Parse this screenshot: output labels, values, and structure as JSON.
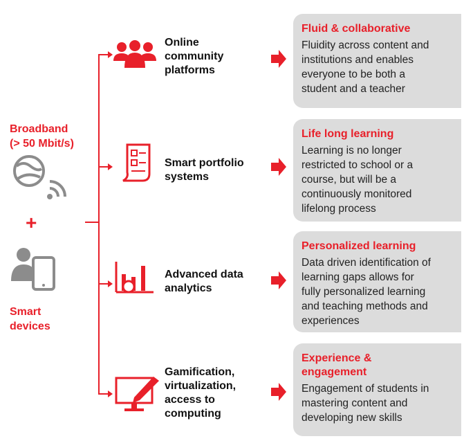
{
  "colors": {
    "accent": "#e8202a",
    "card": "#dcdcdc",
    "icon_gray": "#8c8c8c"
  },
  "left": {
    "broadband_label_1": "Broadband",
    "broadband_label_2": "(> 50 Mbit/s)",
    "plus": "+",
    "devices_label_1": "Smart",
    "devices_label_2": "devices"
  },
  "branches": [
    {
      "label": [
        "Online",
        "community",
        "platforms"
      ],
      "icon": "community-icon"
    },
    {
      "label": [
        "Smart portfolio",
        "systems"
      ],
      "icon": "portfolio-icon"
    },
    {
      "label": [
        "Advanced data",
        "analytics"
      ],
      "icon": "analytics-icon"
    },
    {
      "label": [
        "Gamification,",
        "virtualization,",
        "access to",
        "computing"
      ],
      "icon": "computer-pen-icon"
    }
  ],
  "cards": [
    {
      "title": "Fluid & collaborative",
      "text": [
        "Fluidity across content and",
        "institutions and enables",
        "everyone to be both a",
        "student and a teacher"
      ]
    },
    {
      "title": "Life long learning",
      "text": [
        "Learning is no longer",
        "restricted to school or a",
        "course, but will be a",
        "continuously monitored",
        "lifelong process"
      ]
    },
    {
      "title": "Personalized learning",
      "text": [
        "Data driven identification of",
        "learning gaps allows for",
        "fully personalized learning",
        "and teaching methods and",
        "experiences"
      ]
    },
    {
      "title_lines": [
        "Experience &",
        "engagement"
      ],
      "text": [
        "Engagement of students in",
        "mastering content and",
        "developing new skills"
      ]
    }
  ]
}
